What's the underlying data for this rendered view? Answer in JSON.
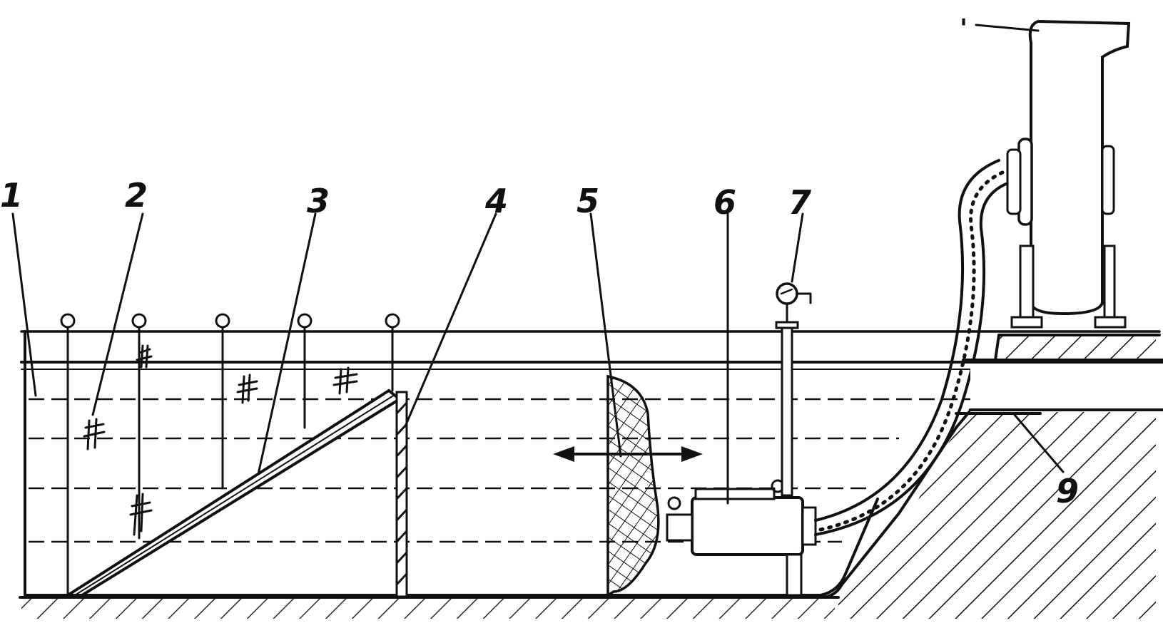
{
  "diagram": {
    "labels": [
      {
        "id": "1",
        "text": "1"
      },
      {
        "id": "2",
        "text": "2"
      },
      {
        "id": "3",
        "text": "3"
      },
      {
        "id": "4",
        "text": "4"
      },
      {
        "id": "5",
        "text": "5"
      },
      {
        "id": "6",
        "text": "6"
      },
      {
        "id": "7",
        "text": "7"
      },
      {
        "id": "8",
        "text": "'"
      },
      {
        "id": "9",
        "text": "9"
      }
    ],
    "colors": {
      "ink": "#111111",
      "paper": "#ffffff"
    },
    "icons": [
      "double-arrow-icon",
      "pressure-gauge-icon",
      "net-hatch-icon"
    ]
  }
}
